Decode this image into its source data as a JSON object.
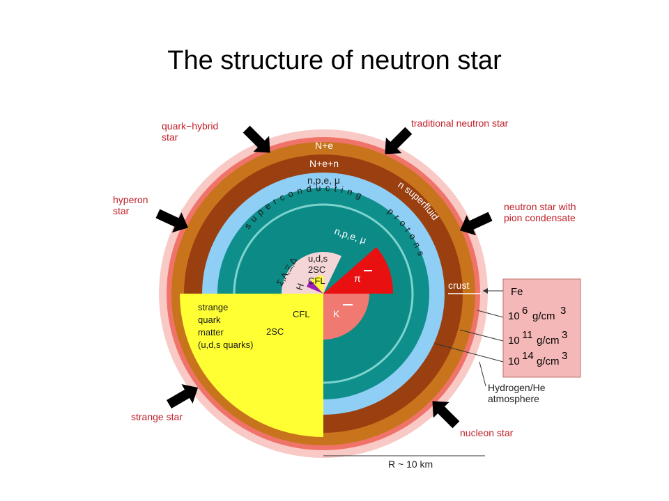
{
  "title": "The structure of neutron star",
  "colors": {
    "outer_glow": "#f9c9c6",
    "atmosphere": "#f0736a",
    "outer_crust": "#c8741c",
    "inner_crust": "#9a3f10",
    "outer_core": "#8fcff5",
    "teal_core": "#0e8f8c",
    "inner_teal": "#0b8a86",
    "quark_yellow": "#ffff33",
    "pion_red": "#e81010",
    "kaon_pink": "#f07a72",
    "hyperon_light": "#f5d6d6",
    "h_purple": "#9b1fb4",
    "fe_box": "#f5b8b8"
  },
  "star_labels": {
    "quark_hybrid_1": "quark−hybrid",
    "quark_hybrid_2": "star",
    "hyperon_1": "hyperon",
    "hyperon_2": "star",
    "traditional": "traditional neutron star",
    "pion_1": "neutron star with",
    "pion_2": "pion condensate",
    "strange": "strange star",
    "nucleon": "nucleon star"
  },
  "layers": {
    "ne": "N+e",
    "nen": "N+e+n",
    "npe_outer": "n,p,e, μ",
    "n_superfluid": "n superfluid",
    "superconducting": "superconducting",
    "protons": "protons",
    "npe_inner": "n,p,e, μ",
    "hyperons": "Σ,Λ,Ξ,Δ",
    "h": "H",
    "uds": "u,d,s",
    "twosc_small": "2SC",
    "cfl_small": "CFL",
    "pion": "π",
    "kaon": "K",
    "crust": "crust"
  },
  "quark_matter": {
    "line1": "strange",
    "line2": "quark",
    "line3": "matter",
    "line4": "(u,d,s quarks)",
    "cfl": "CFL",
    "twosc": "2SC"
  },
  "density_box": {
    "fe": "Fe",
    "r1_base": "10",
    "r1_exp": "6",
    "r1_unit": "g/cm",
    "r1_pow": "3",
    "r2_base": "10",
    "r2_exp": "11",
    "r2_unit": "g/cm",
    "r2_pow": "3",
    "r3_base": "10",
    "r3_exp": "14",
    "r3_unit": "g/cm",
    "r3_pow": "3"
  },
  "atmosphere_label_1": "Hydrogen/He",
  "atmosphere_label_2": "atmosphere",
  "radius_label": "R ~ 10 km"
}
